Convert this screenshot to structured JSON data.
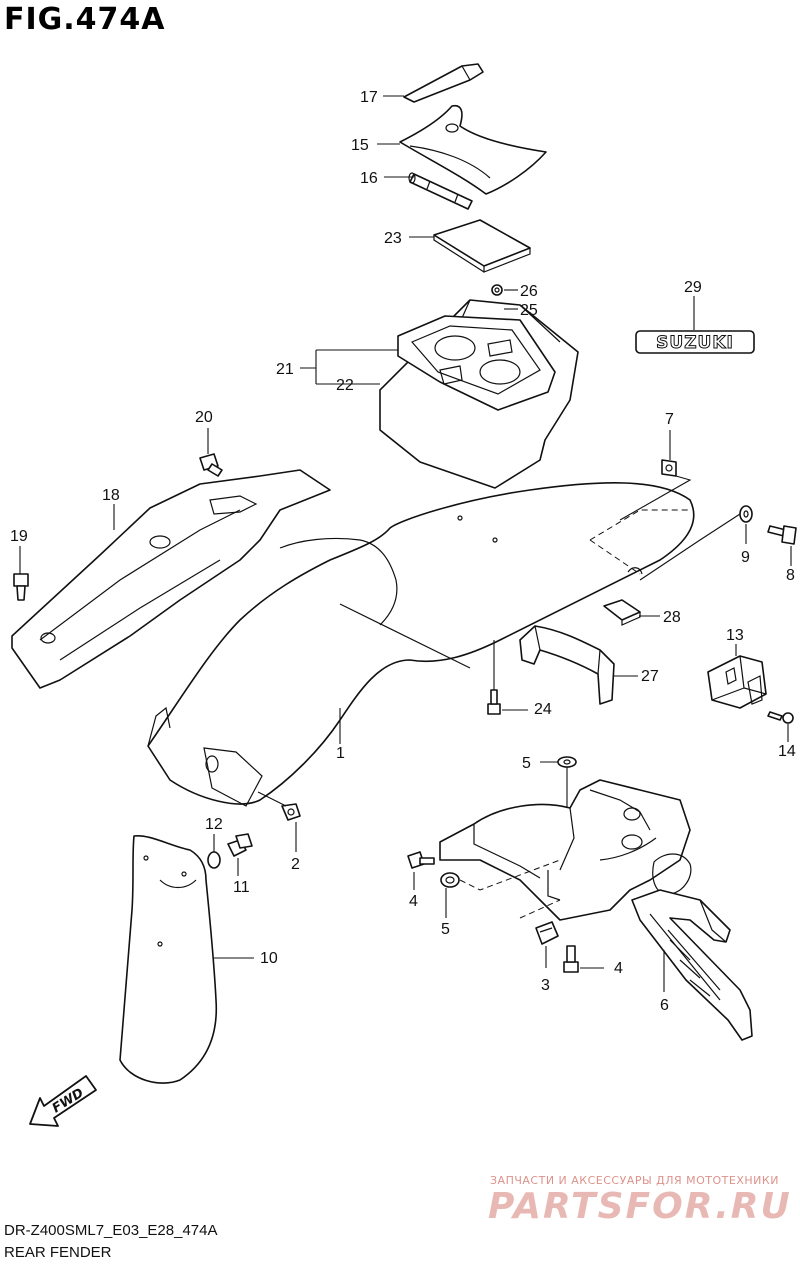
{
  "title": "FIG.474A",
  "footer": {
    "code": "DR-Z400SML7_E03_E28_474A",
    "name": "REAR FENDER"
  },
  "fwd_label": "FWD",
  "emblem_text": "SUZUKI",
  "watermark": {
    "small": "ЗАПЧАСТИ И АКСЕССУАРЫ ДЛЯ МОТОТЕХНИКИ",
    "big": "PARTSFOR.RU"
  },
  "part_numbers": {
    "p1": "1",
    "p2": "2",
    "p3": "3",
    "p4a": "4",
    "p4b": "4",
    "p5a": "5",
    "p5b": "5",
    "p6": "6",
    "p7": "7",
    "p8": "8",
    "p9": "9",
    "p10": "10",
    "p11": "11",
    "p12": "12",
    "p13": "13",
    "p14": "14",
    "p15": "15",
    "p16": "16",
    "p17": "17",
    "p18": "18",
    "p19": "19",
    "p20": "20",
    "p21": "21",
    "p22": "22",
    "p23": "23",
    "p24": "24",
    "p25": "25",
    "p26": "26",
    "p27": "27",
    "p28": "28",
    "p29": "29"
  }
}
